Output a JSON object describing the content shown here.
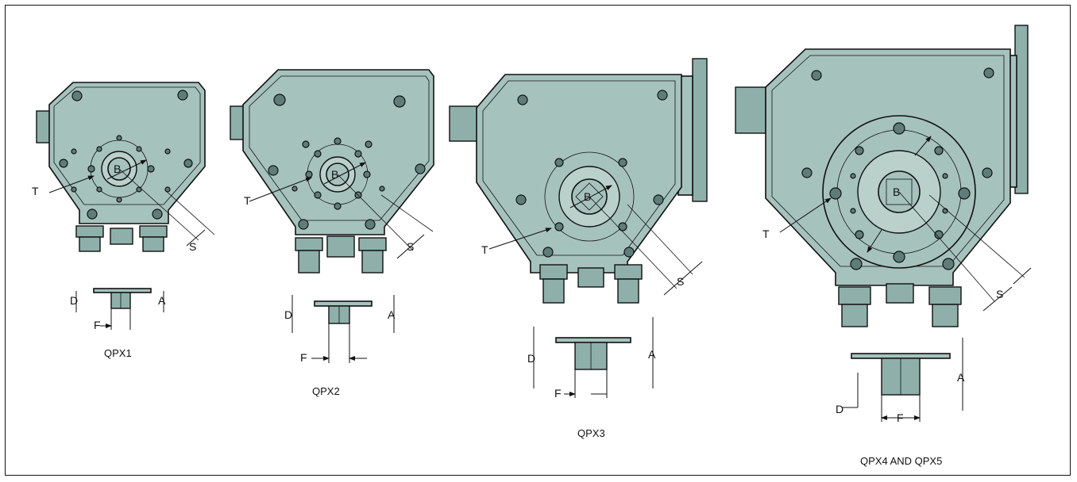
{
  "units": [
    {
      "id": "qpx1",
      "caption": "QPX1",
      "labels": {
        "b": "B",
        "t": "T",
        "s": "S",
        "d": "D",
        "a": "A",
        "f": "F"
      }
    },
    {
      "id": "qpx2",
      "caption": "QPX2",
      "labels": {
        "b": "B",
        "t": "T",
        "s": "S",
        "d": "D",
        "a": "A",
        "f": "F"
      }
    },
    {
      "id": "qpx3",
      "caption": "QPX3",
      "labels": {
        "b": "B",
        "t": "T",
        "s": "S",
        "d": "D",
        "a": "A",
        "f": "F"
      }
    },
    {
      "id": "qpx45",
      "caption": "QPX4 AND QPX5",
      "labels": {
        "b": "B",
        "t": "T",
        "s": "S",
        "d": "D",
        "a": "A",
        "f": "F"
      }
    }
  ],
  "colors": {
    "body": "#a6c2bd",
    "outline": "#111111",
    "background": "#ffffff"
  }
}
